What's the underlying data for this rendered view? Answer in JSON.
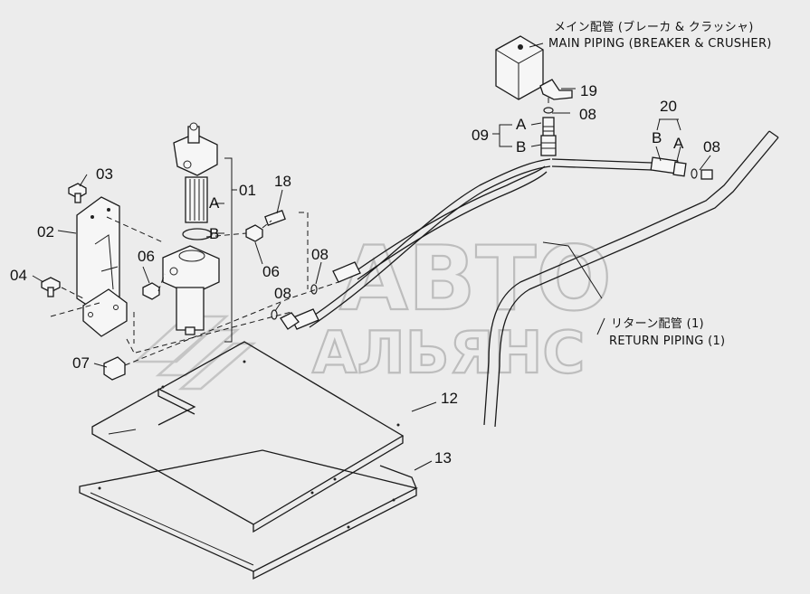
{
  "notes": {
    "main_piping_jp": "メイン配管 (ブレーカ & クラッシャ)",
    "main_piping_en": "MAIN PIPING (BREAKER & CRUSHER)",
    "return_piping_jp": "リターン配管 (1)",
    "return_piping_en": "RETURN PIPING (1)"
  },
  "callouts": {
    "p01": "01",
    "p02": "02",
    "p03": "03",
    "p04": "04",
    "p06a": "06",
    "p06b": "06",
    "p07": "07",
    "p08a": "08",
    "p08b": "08",
    "p08c": "08",
    "p08d": "08",
    "p09": "09",
    "p12": "12",
    "p13": "13",
    "p18": "18",
    "p19": "19",
    "p20": "20",
    "a_filter": "A",
    "b_filter": "B",
    "a_09": "A",
    "b_09": "B",
    "b_20": "B",
    "a_20": "A"
  },
  "watermark": {
    "line1": "АВТО",
    "line2": "АЛЬЯНС"
  }
}
